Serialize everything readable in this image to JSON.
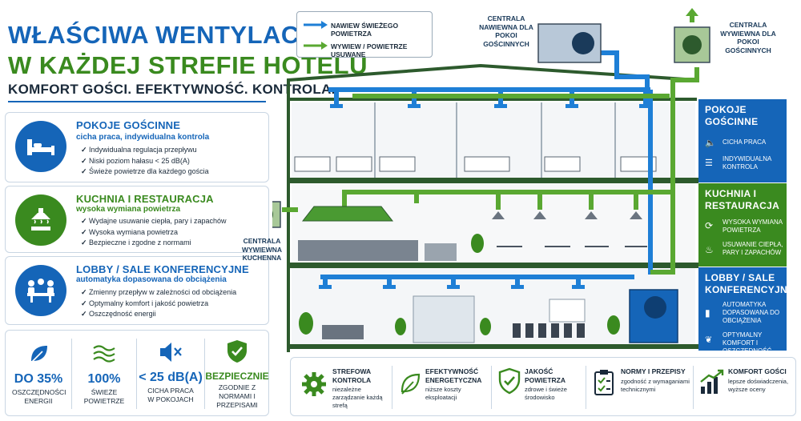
{
  "title": {
    "line1": "WŁAŚCIWA WENTYLACJA",
    "line2": "W KAŻDEJ STREFIE HOTELU",
    "line3": "KOMFORT GOŚCI. EFEKTYWNOŚĆ. KONTROLA."
  },
  "cards": [
    {
      "title": "POKOJE GOŚCINNE",
      "subtitle": "cicha praca, indywidualna kontrola",
      "items": [
        "Indywidualna regulacja przepływu",
        "Niski poziom hałasu < 25 dB(A)",
        "Świeże powietrze dla każdego gościa"
      ],
      "color": "#1565b8",
      "icon": "bed-icon"
    },
    {
      "title": "KUCHNIA I RESTAURACJA",
      "subtitle": "wysoka wymiana powietrza",
      "items": [
        "Wydajne usuwanie ciepła, pary i zapachów",
        "Wysoka wymiana powietrza",
        "Bezpieczne i zgodne z normami"
      ],
      "color": "#3a8a1f",
      "icon": "kitchen-hood-icon"
    },
    {
      "title": "LOBBY / SALE KONFERENCYJNE",
      "subtitle": "automatyka dopasowana do obciążenia",
      "items": [
        "Zmienny przepływ w zależności od obciążenia",
        "Optymalny komfort i jakość powietrza",
        "Oszczędność energii"
      ],
      "color": "#1565b8",
      "icon": "meeting-icon"
    }
  ],
  "stats": [
    {
      "value": "DO 35%",
      "label": "OSZCZĘDNOŚCI ENERGII",
      "icon": "leaf-icon"
    },
    {
      "value": "100%",
      "label": "ŚWIEŻE POWIETRZE",
      "icon": "air-waves-icon"
    },
    {
      "value": "< 25 dB(A)",
      "label": "CICHA PRACA W POKOJACH",
      "icon": "speaker-mute-icon"
    },
    {
      "value": "BEZPIECZNIE",
      "label": "ZGODNIE Z NORMAMI I PRZEPISAMI",
      "icon": "shield-check-icon"
    }
  ],
  "legend": {
    "supply": "NAWIEW ŚWIEŻEGO POWIETRZA",
    "exhaust": "WYWIEW / POWIETRZE USUWANE",
    "supply_color": "#1e7fd6",
    "exhaust_color": "#5aa832"
  },
  "units": {
    "supply_rooms": "CENTRALA NAWIEWNA DLA POKOI GOŚCINNYCH",
    "exhaust_rooms": "CENTRALA WYWIEWNA DLA POKOI GOŚCINNYCH",
    "kitchen_exhaust": "CENTRALA WYWIEWNA KUCHENNA"
  },
  "side": [
    {
      "title": "POKOJE GOŚCINNE",
      "items": [
        "CICHA PRACA",
        "INDYWIDUALNA KONTROLA"
      ],
      "color": "#1565b8"
    },
    {
      "title": "KUCHNIA I RESTAURACJA",
      "items": [
        "WYSOKA WYMIANA POWIETRZA",
        "USUWANIE CIEPŁA, PARY I ZAPACHÓW"
      ],
      "color": "#3a8a1f"
    },
    {
      "title": "LOBBY / SALE KONFERENCYJNE",
      "items": [
        "AUTOMATYKA DOPASOWANA DO OBCIĄŻENIA",
        "OPTYMALNY KOMFORT I OSZCZĘDNOŚĆ ENERGII"
      ],
      "color": "#1565b8"
    }
  ],
  "bottom": [
    {
      "title": "STREFOWA KONTROLA",
      "desc": "niezależne zarządzanie każdą strefą",
      "icon": "gear-icon"
    },
    {
      "title": "EFEKTYWNOŚĆ ENERGETYCZNA",
      "desc": "niższe koszty eksploatacji",
      "icon": "leaf-icon"
    },
    {
      "title": "JAKOŚĆ POWIETRZA",
      "desc": "zdrowe i świeże środowisko",
      "icon": "shield-check-icon"
    },
    {
      "title": "NORMY I PRZEPISY",
      "desc": "zgodność z wymaganiami technicznymi",
      "icon": "checklist-icon"
    },
    {
      "title": "KOMFORT GOŚCI",
      "desc": "lepsze doświadczenia, wyższe oceny",
      "icon": "growth-chart-icon"
    }
  ]
}
